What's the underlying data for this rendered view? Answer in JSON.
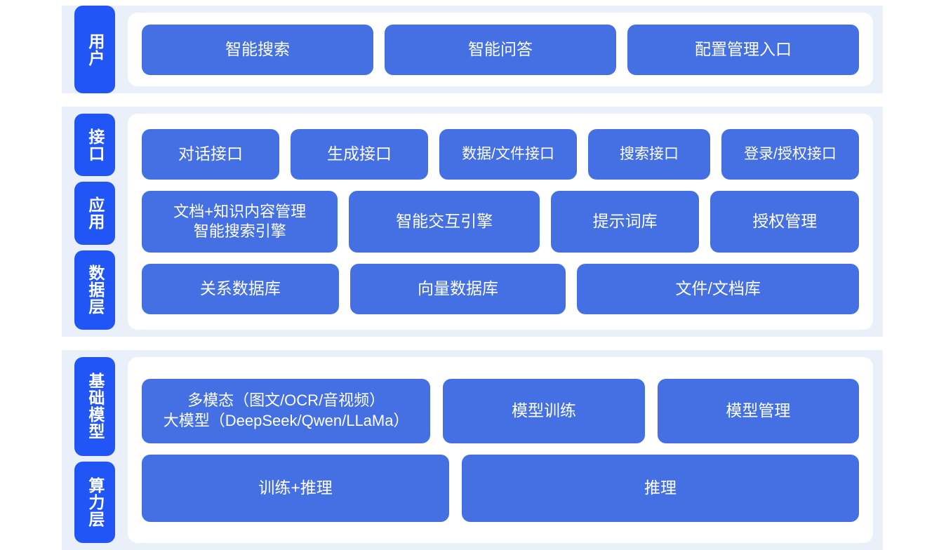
{
  "colors": {
    "band_bg": "#eaf0fa",
    "card_bg": "#ffffff",
    "tab_blue": "#2255f5",
    "box_blue": "#4570e3",
    "text_white": "#ffffff",
    "page_bg": "#ffffff"
  },
  "sections": [
    {
      "id": "user",
      "tabs": [
        {
          "label": "用户"
        }
      ],
      "rows": [
        {
          "id": "user-entries",
          "boxes": [
            {
              "label": "智能搜索",
              "flex": 1
            },
            {
              "label": "智能问答",
              "flex": 1
            },
            {
              "label": "配置管理入口",
              "flex": 1
            }
          ]
        }
      ]
    },
    {
      "id": "mid",
      "tabs": [
        {
          "label": "接口"
        },
        {
          "label": "应用"
        },
        {
          "label": "数据层"
        }
      ],
      "rows": [
        {
          "id": "api",
          "boxes": [
            {
              "label": "对话接口",
              "flex": 1
            },
            {
              "label": "生成接口",
              "flex": 1
            },
            {
              "label": "数据/文件接口",
              "flex": 1
            },
            {
              "label": "搜索接口",
              "flex": 0.88
            },
            {
              "label": "登录/授权接口",
              "flex": 1
            }
          ]
        },
        {
          "id": "app",
          "boxes": [
            {
              "label": "文档+知识内容管理\n智能搜索引擎",
              "flex": 1.34
            },
            {
              "label": "智能交互引擎",
              "flex": 1.3
            },
            {
              "label": "提示词库",
              "flex": 1
            },
            {
              "label": "授权管理",
              "flex": 1
            }
          ]
        },
        {
          "id": "data",
          "boxes": [
            {
              "label": "关系数据库",
              "flex": 1
            },
            {
              "label": "向量数据库",
              "flex": 1.1
            },
            {
              "label": "文件/文档库",
              "flex": 1.45
            }
          ]
        }
      ]
    },
    {
      "id": "base",
      "tabs": [
        {
          "label": "基础模型"
        },
        {
          "label": "算力层"
        }
      ],
      "rows": [
        {
          "id": "model",
          "boxes": [
            {
              "label": "多模态（图文/OCR/音视频）\n大模型（DeepSeek/Qwen/LLaMa）",
              "flex": 1.45
            },
            {
              "label": "模型训练",
              "flex": 1
            },
            {
              "label": "模型管理",
              "flex": 1
            }
          ]
        },
        {
          "id": "compute",
          "boxes": [
            {
              "label": "训练+推理",
              "flex": 1
            },
            {
              "label": "推理",
              "flex": 1.3
            }
          ]
        }
      ]
    }
  ]
}
